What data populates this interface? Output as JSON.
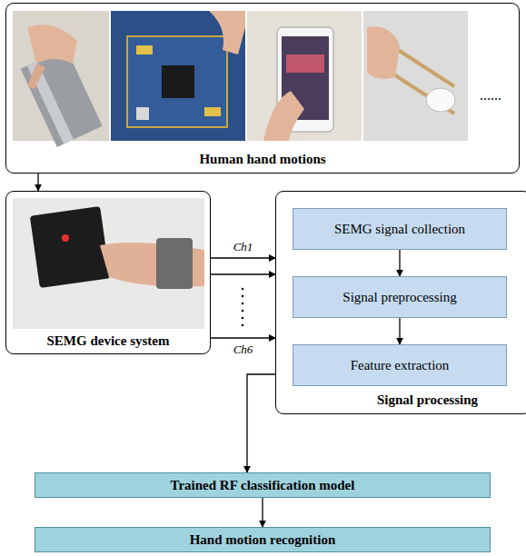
{
  "diagram": {
    "nodes": [
      {
        "text": [
          "Human hand motions"
        ]
      },
      {
        "text": [
          "SEMG device system"
        ]
      },
      {
        "text": [
          "Signal processing"
        ]
      },
      {
        "text": [
          "SEMG signal collection"
        ],
        "in": 2
      },
      {
        "text": [
          "Signal preprocessing"
        ],
        "in": 2
      },
      {
        "text": [
          "Feature extraction"
        ],
        "in": 2
      },
      {
        "text": [
          "Trained RF classification model"
        ]
      },
      {
        "text": [
          "Hand motion recognition"
        ]
      }
    ],
    "edges": [
      {
        "from": 0,
        "to": 1,
        "arrow": "to"
      },
      {
        "from": 1,
        "to": 2,
        "label": "Ch1",
        "arrow": "to"
      },
      {
        "from": 1,
        "to": 2,
        "arrow": "to"
      },
      {
        "from": 1,
        "to": 2,
        "label": "Ch6",
        "arrow": "to"
      },
      {
        "from": 3,
        "to": 4,
        "arrow": "to"
      },
      {
        "from": 4,
        "to": 5,
        "arrow": "to"
      },
      {
        "from": 2,
        "to": 6,
        "arrow": "to"
      },
      {
        "from": 6,
        "to": 7,
        "arrow": "to"
      }
    ],
    "labels": [
      "......"
    ]
  }
}
